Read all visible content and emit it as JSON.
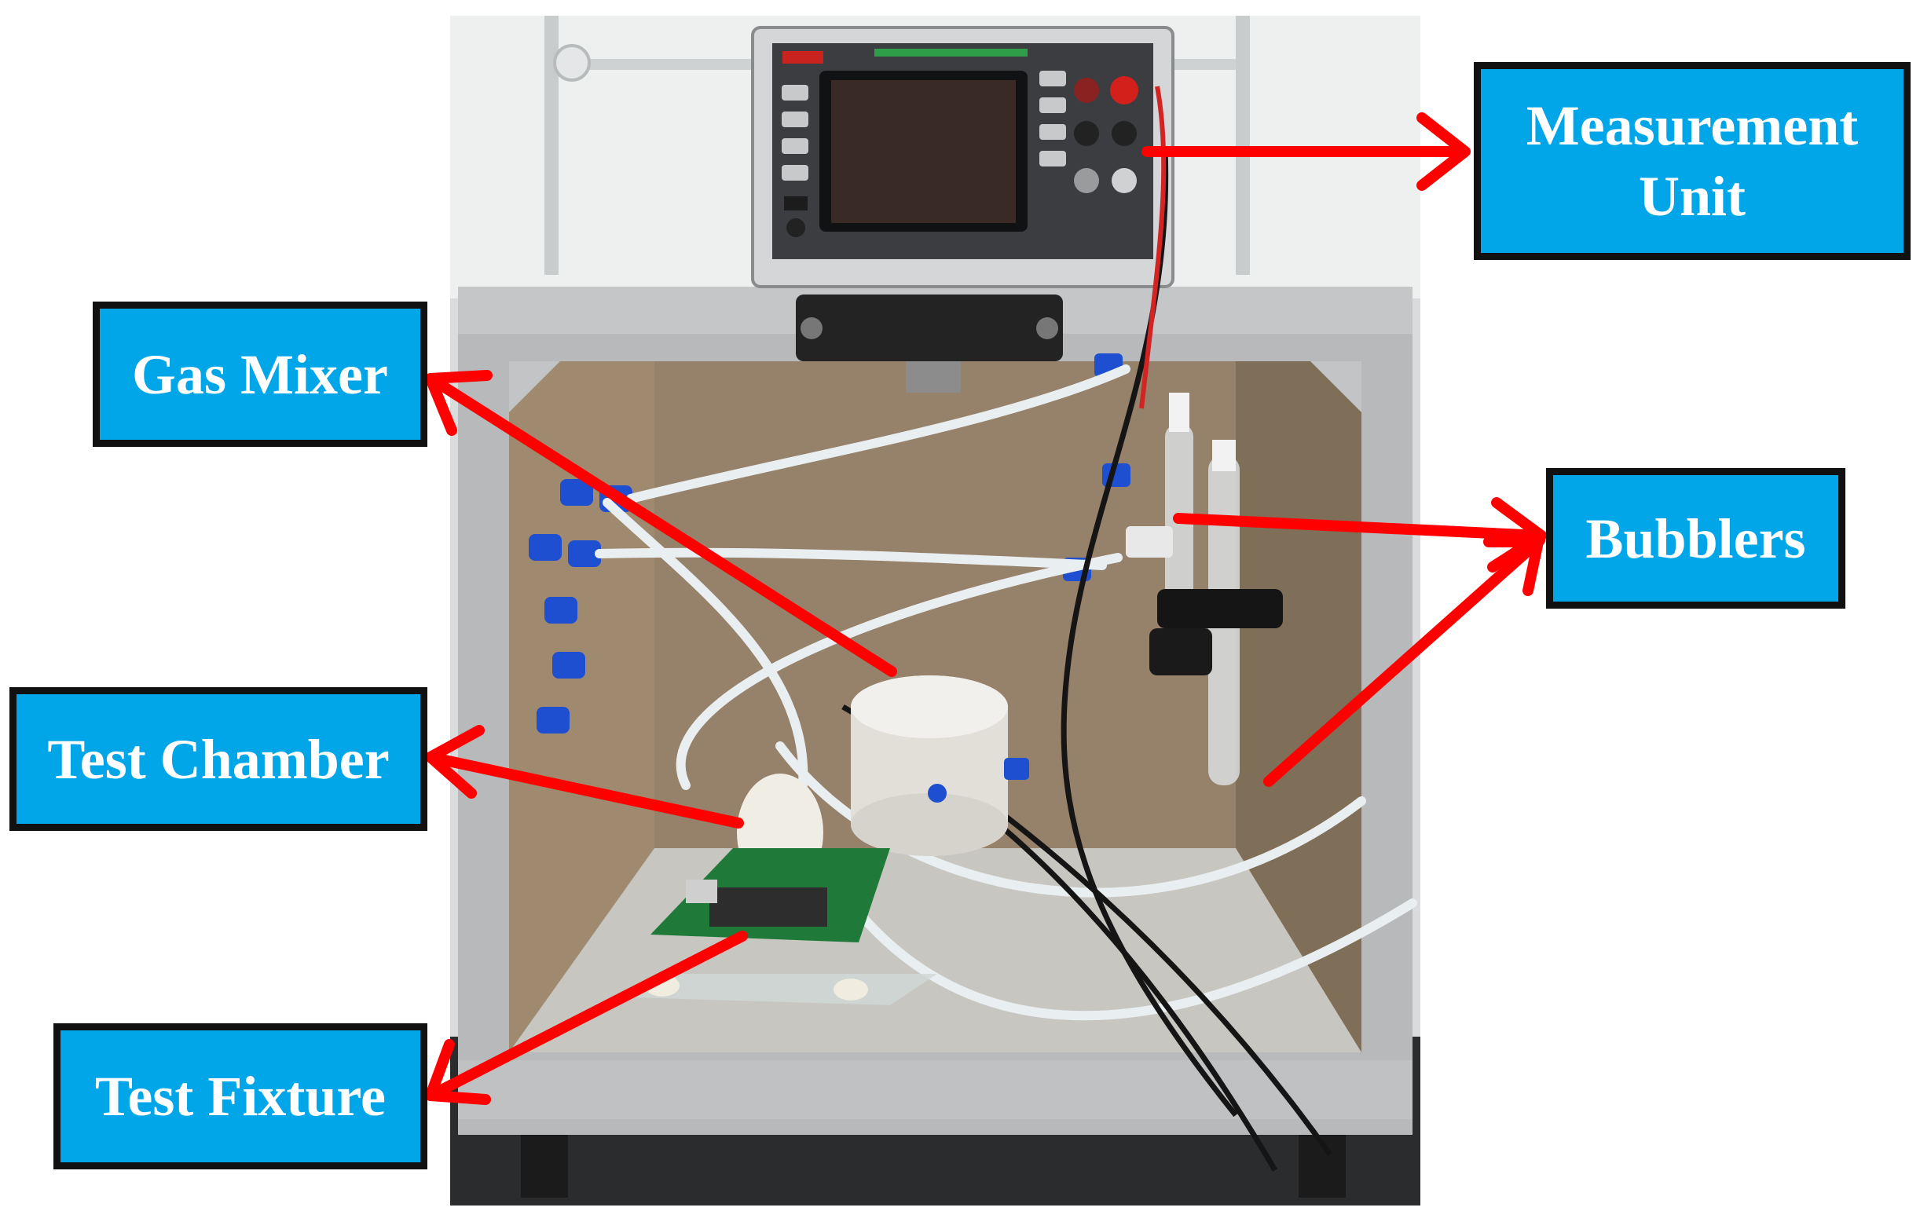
{
  "labels": {
    "measurement_unit": "Measurement Unit",
    "gas_mixer": "Gas Mixer",
    "bubblers": "Bubblers",
    "test_chamber": "Test Chamber",
    "test_fixture": "Test Fixture"
  },
  "colors": {
    "label_fill": "#00a6e8",
    "label_border": "#111111",
    "arrow": "#ff0000"
  }
}
